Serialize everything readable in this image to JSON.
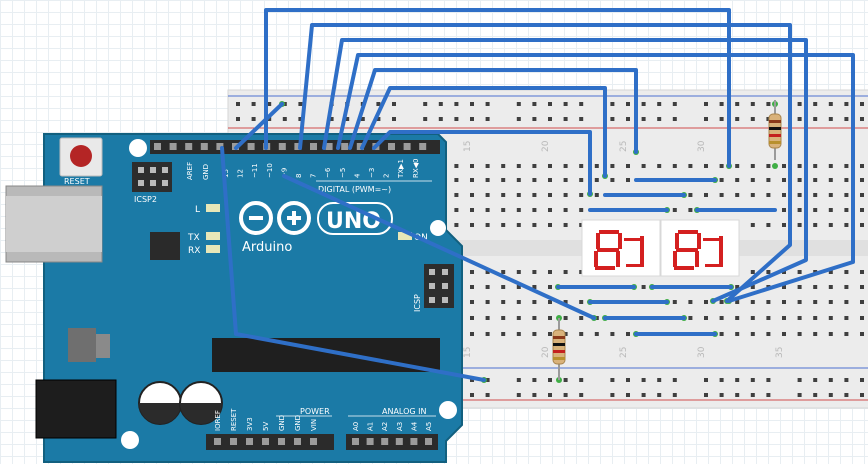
{
  "colors": {
    "board": "#1b7aa6",
    "board_dark": "#12607f",
    "breadboard": "#ececec",
    "wire": "#2f6fc7",
    "rail_red": "#d14b4b",
    "rail_blue": "#4b6fd1",
    "hole": "#3f3f3f",
    "hole_active": "#3fae45",
    "segment": "#d42020"
  },
  "arduino": {
    "brand": "Arduino",
    "model": "UNO",
    "reset_label": "RESET",
    "icsp2_label": "ICSP2",
    "icsp_label": "ICSP",
    "digital_label": "DIGITAL (PWM=~)",
    "aref_label": "AREF",
    "gnd_label": "GND",
    "led_l": "L",
    "led_tx": "TX",
    "led_rx": "RX",
    "on_label": "ON",
    "power_label": "POWER",
    "analog_label": "ANALOG IN",
    "digital_pins": [
      "13",
      "12",
      "~11",
      "~10",
      "~9",
      "8",
      "7",
      "~6",
      "~5",
      "4",
      "~3",
      "2",
      "TX▶1",
      "RX◀0"
    ],
    "power_pins": [
      "IOREF",
      "RESET",
      "3V3",
      "5V",
      "GND",
      "GND",
      "VIN"
    ],
    "analog_pins": [
      "A0",
      "A1",
      "A2",
      "A3",
      "A4",
      "A5"
    ]
  },
  "breadboard": {
    "top_numbers": [
      "15",
      "20",
      "25",
      "30"
    ],
    "bottom_numbers": [
      "15",
      "20",
      "25",
      "30",
      "35"
    ]
  }
}
